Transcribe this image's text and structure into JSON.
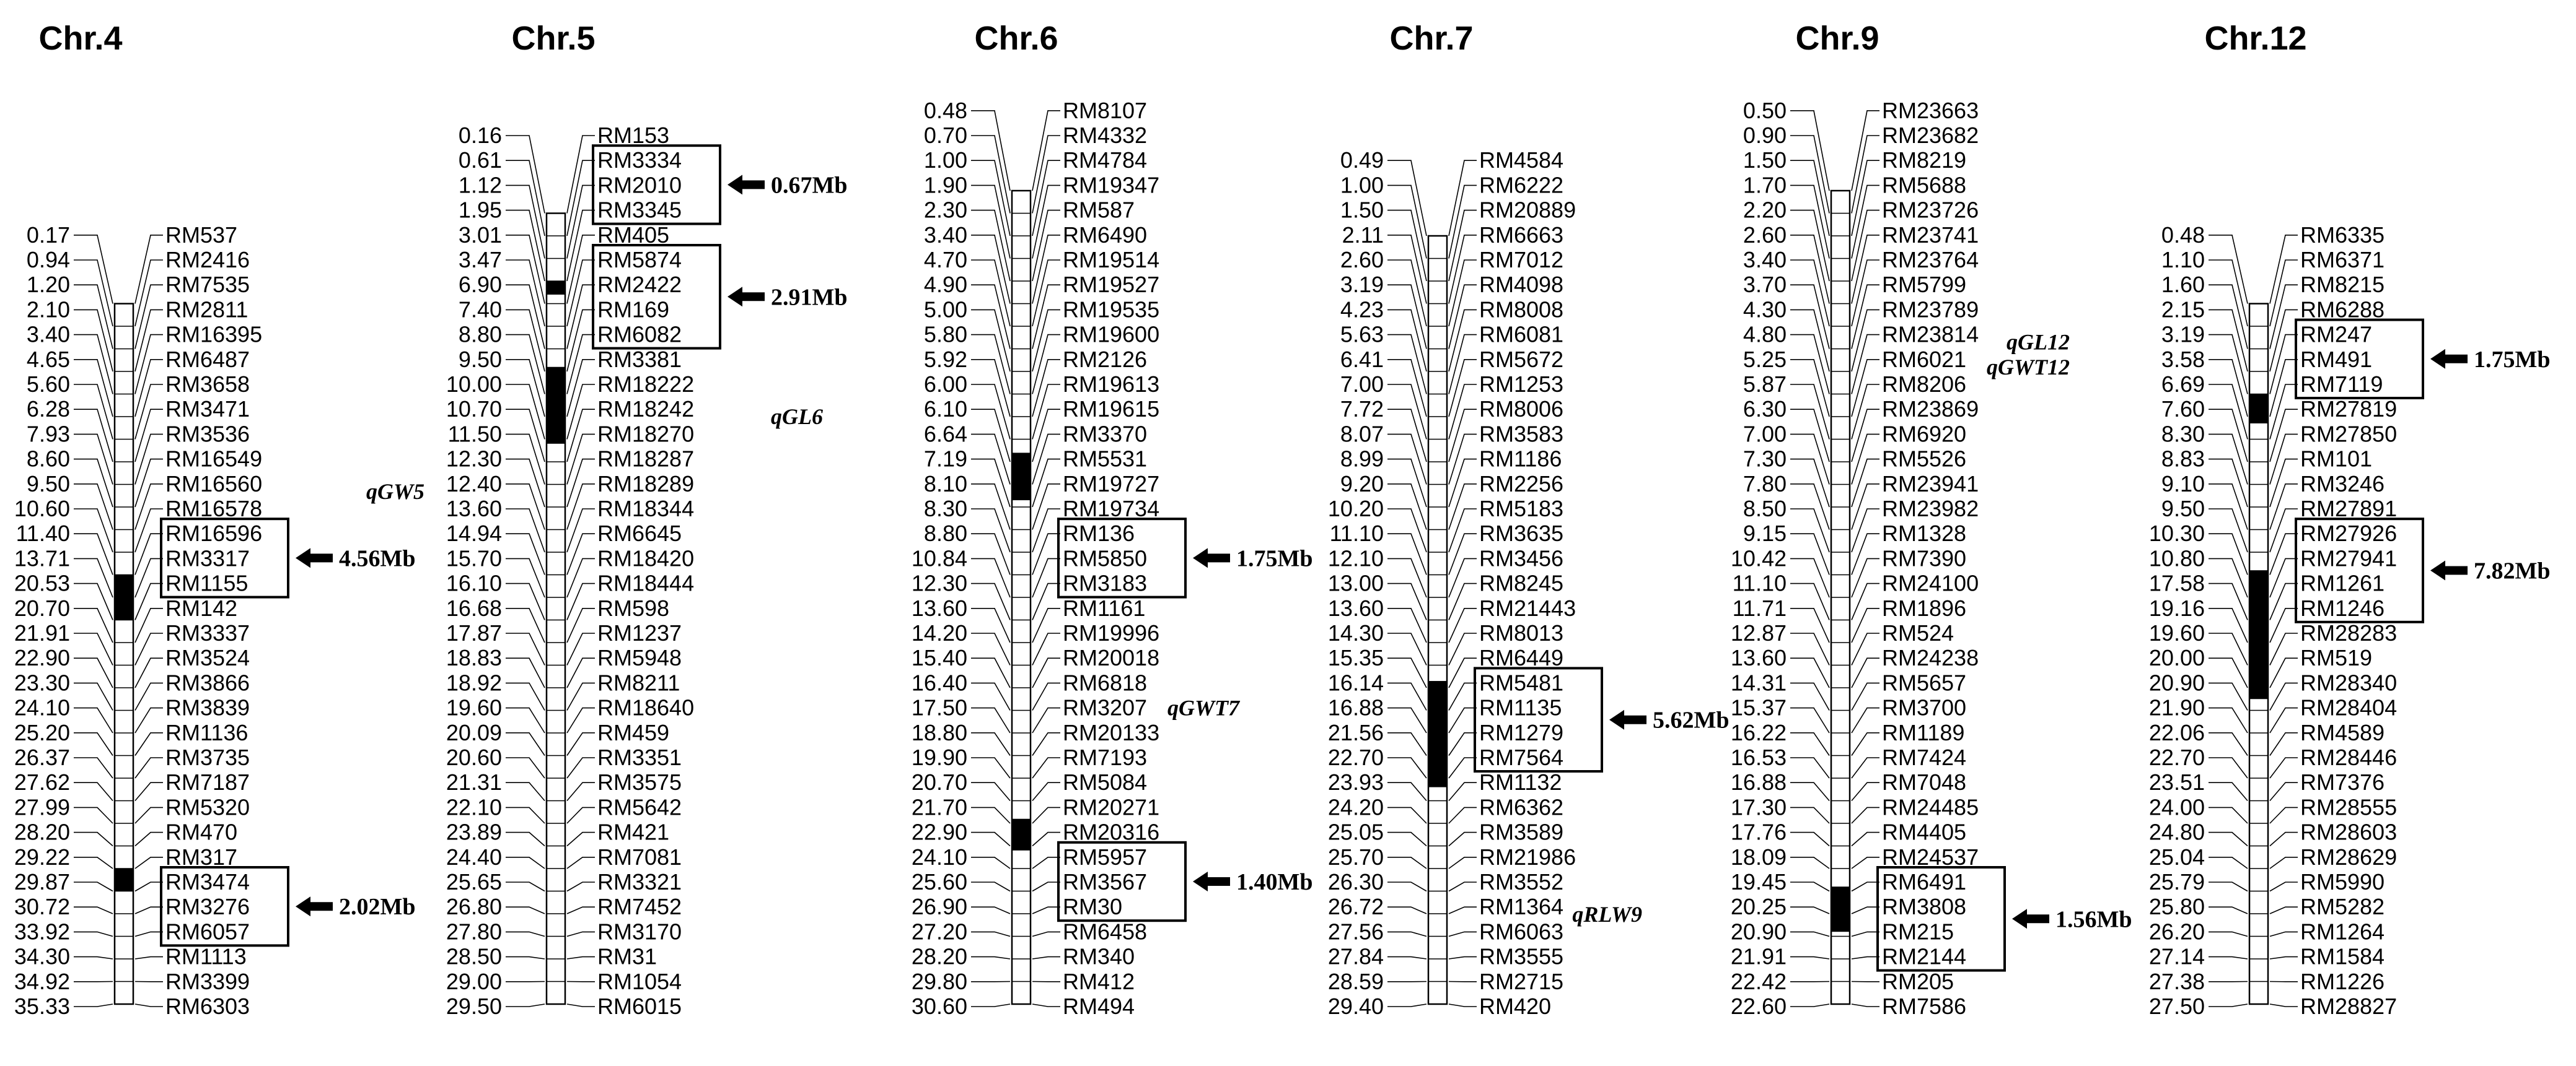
{
  "chromosomes": [
    {
      "title": "Chr.4",
      "loci": [
        {
          "pos": "0.17",
          "marker": "RM537"
        },
        {
          "pos": "0.94",
          "marker": "RM2416"
        },
        {
          "pos": "1.20",
          "marker": "RM7535"
        },
        {
          "pos": "2.10",
          "marker": "RM2811"
        },
        {
          "pos": "3.40",
          "marker": "RM16395"
        },
        {
          "pos": "4.65",
          "marker": "RM6487"
        },
        {
          "pos": "5.60",
          "marker": "RM3658"
        },
        {
          "pos": "6.28",
          "marker": "RM3471"
        },
        {
          "pos": "7.93",
          "marker": "RM3536"
        },
        {
          "pos": "8.60",
          "marker": "RM16549"
        },
        {
          "pos": "9.50",
          "marker": "RM16560"
        },
        {
          "pos": "10.60",
          "marker": "RM16578"
        },
        {
          "pos": "11.40",
          "marker": "RM16596"
        },
        {
          "pos": "13.71",
          "marker": "RM3317"
        },
        {
          "pos": "20.53",
          "marker": "RM1155"
        },
        {
          "pos": "20.70",
          "marker": "RM142"
        },
        {
          "pos": "21.91",
          "marker": "RM3337"
        },
        {
          "pos": "22.90",
          "marker": "RM3524"
        },
        {
          "pos": "23.30",
          "marker": "RM3866"
        },
        {
          "pos": "24.10",
          "marker": "RM3839"
        },
        {
          "pos": "25.20",
          "marker": "RM1136"
        },
        {
          "pos": "26.37",
          "marker": "RM3735"
        },
        {
          "pos": "27.62",
          "marker": "RM7187"
        },
        {
          "pos": "27.99",
          "marker": "RM5320"
        },
        {
          "pos": "28.20",
          "marker": "RM470"
        },
        {
          "pos": "29.22",
          "marker": "RM317"
        },
        {
          "pos": "29.87",
          "marker": "RM3474"
        },
        {
          "pos": "30.72",
          "marker": "RM3276"
        },
        {
          "pos": "33.92",
          "marker": "RM6057"
        },
        {
          "pos": "34.30",
          "marker": "RM1113"
        },
        {
          "pos": "34.92",
          "marker": "RM3399"
        },
        {
          "pos": "35.33",
          "marker": "RM6303"
        }
      ],
      "blocks": [
        {
          "from": 12,
          "to": 14
        },
        {
          "from": 25,
          "to": 26
        }
      ],
      "boxes": [
        {
          "from": 12,
          "to": 14,
          "size": "4.56Mb"
        },
        {
          "from": 26,
          "to": 28,
          "size": "2.02Mb"
        }
      ],
      "qtls": [
        {
          "label": "qGW5",
          "row": 10
        }
      ]
    },
    {
      "title": "Chr.5",
      "loci": [
        {
          "pos": "0.16",
          "marker": "RM153"
        },
        {
          "pos": "0.61",
          "marker": "RM3334"
        },
        {
          "pos": "1.12",
          "marker": "RM2010"
        },
        {
          "pos": "1.95",
          "marker": "RM3345"
        },
        {
          "pos": "3.01",
          "marker": "RM405"
        },
        {
          "pos": "3.47",
          "marker": "RM5874"
        },
        {
          "pos": "6.90",
          "marker": "RM2422"
        },
        {
          "pos": "7.40",
          "marker": "RM169"
        },
        {
          "pos": "8.80",
          "marker": "RM6082"
        },
        {
          "pos": "9.50",
          "marker": "RM3381"
        },
        {
          "pos": "10.00",
          "marker": "RM18222"
        },
        {
          "pos": "10.70",
          "marker": "RM18242"
        },
        {
          "pos": "11.50",
          "marker": "RM18270"
        },
        {
          "pos": "12.30",
          "marker": "RM18287"
        },
        {
          "pos": "12.40",
          "marker": "RM18289"
        },
        {
          "pos": "13.60",
          "marker": "RM18344"
        },
        {
          "pos": "14.94",
          "marker": "RM6645"
        },
        {
          "pos": "15.70",
          "marker": "RM18420"
        },
        {
          "pos": "16.10",
          "marker": "RM18444"
        },
        {
          "pos": "16.68",
          "marker": "RM598"
        },
        {
          "pos": "17.87",
          "marker": "RM1237"
        },
        {
          "pos": "18.83",
          "marker": "RM5948"
        },
        {
          "pos": "18.92",
          "marker": "RM8211"
        },
        {
          "pos": "19.60",
          "marker": "RM18640"
        },
        {
          "pos": "20.09",
          "marker": "RM459"
        },
        {
          "pos": "20.60",
          "marker": "RM3351"
        },
        {
          "pos": "21.31",
          "marker": "RM3575"
        },
        {
          "pos": "22.10",
          "marker": "RM5642"
        },
        {
          "pos": "23.89",
          "marker": "RM421"
        },
        {
          "pos": "24.40",
          "marker": "RM7081"
        },
        {
          "pos": "25.65",
          "marker": "RM3321"
        },
        {
          "pos": "26.80",
          "marker": "RM7452"
        },
        {
          "pos": "27.80",
          "marker": "RM3170"
        },
        {
          "pos": "28.50",
          "marker": "RM31"
        },
        {
          "pos": "29.00",
          "marker": "RM1054"
        },
        {
          "pos": "29.50",
          "marker": "RM6015"
        }
      ],
      "blocks": [
        {
          "from": 3,
          "to": 3.6
        },
        {
          "from": 6.8,
          "to": 10.2
        }
      ],
      "boxes": [
        {
          "from": 1,
          "to": 3,
          "size": "0.67Mb"
        },
        {
          "from": 5,
          "to": 8,
          "size": "2.91Mb"
        }
      ],
      "qtls": []
    },
    {
      "title": "Chr.6",
      "loci": [
        {
          "pos": "0.48",
          "marker": "RM8107"
        },
        {
          "pos": "0.70",
          "marker": "RM4332"
        },
        {
          "pos": "1.00",
          "marker": "RM4784"
        },
        {
          "pos": "1.90",
          "marker": "RM19347"
        },
        {
          "pos": "2.30",
          "marker": "RM587"
        },
        {
          "pos": "3.40",
          "marker": "RM6490"
        },
        {
          "pos": "4.70",
          "marker": "RM19514"
        },
        {
          "pos": "4.90",
          "marker": "RM19527"
        },
        {
          "pos": "5.00",
          "marker": "RM19535"
        },
        {
          "pos": "5.80",
          "marker": "RM19600"
        },
        {
          "pos": "5.92",
          "marker": "RM2126"
        },
        {
          "pos": "6.00",
          "marker": "RM19613"
        },
        {
          "pos": "6.10",
          "marker": "RM19615"
        },
        {
          "pos": "6.64",
          "marker": "RM3370"
        },
        {
          "pos": "7.19",
          "marker": "RM5531"
        },
        {
          "pos": "8.10",
          "marker": "RM19727"
        },
        {
          "pos": "8.30",
          "marker": "RM19734"
        },
        {
          "pos": "8.80",
          "marker": "RM136"
        },
        {
          "pos": "10.84",
          "marker": "RM5850"
        },
        {
          "pos": "12.30",
          "marker": "RM3183"
        },
        {
          "pos": "13.60",
          "marker": "RM1161"
        },
        {
          "pos": "14.20",
          "marker": "RM19996"
        },
        {
          "pos": "15.40",
          "marker": "RM20018"
        },
        {
          "pos": "16.40",
          "marker": "RM6818"
        },
        {
          "pos": "17.50",
          "marker": "RM3207"
        },
        {
          "pos": "18.80",
          "marker": "RM20133"
        },
        {
          "pos": "19.90",
          "marker": "RM7193"
        },
        {
          "pos": "20.70",
          "marker": "RM5084"
        },
        {
          "pos": "21.70",
          "marker": "RM20271"
        },
        {
          "pos": "22.90",
          "marker": "RM20316"
        },
        {
          "pos": "24.10",
          "marker": "RM5957"
        },
        {
          "pos": "25.60",
          "marker": "RM3567"
        },
        {
          "pos": "26.90",
          "marker": "RM30"
        },
        {
          "pos": "27.20",
          "marker": "RM6458"
        },
        {
          "pos": "28.20",
          "marker": "RM340"
        },
        {
          "pos": "29.80",
          "marker": "RM412"
        },
        {
          "pos": "30.60",
          "marker": "RM494"
        }
      ],
      "blocks": [
        {
          "from": 11.6,
          "to": 13.7
        },
        {
          "from": 27.8,
          "to": 29.2
        }
      ],
      "boxes": [
        {
          "from": 17,
          "to": 19,
          "size": "1.75Mb"
        },
        {
          "from": 30,
          "to": 32,
          "size": "1.40Mb"
        }
      ],
      "qtls": [
        {
          "label": "qGL6",
          "row": 12
        }
      ]
    },
    {
      "title": "Chr.7",
      "loci": [
        {
          "pos": "0.49",
          "marker": "RM4584"
        },
        {
          "pos": "1.00",
          "marker": "RM6222"
        },
        {
          "pos": "1.50",
          "marker": "RM20889"
        },
        {
          "pos": "2.11",
          "marker": "RM6663"
        },
        {
          "pos": "2.60",
          "marker": "RM7012"
        },
        {
          "pos": "3.19",
          "marker": "RM4098"
        },
        {
          "pos": "4.23",
          "marker": "RM8008"
        },
        {
          "pos": "5.63",
          "marker": "RM6081"
        },
        {
          "pos": "6.41",
          "marker": "RM5672"
        },
        {
          "pos": "7.00",
          "marker": "RM1253"
        },
        {
          "pos": "7.72",
          "marker": "RM8006"
        },
        {
          "pos": "8.07",
          "marker": "RM3583"
        },
        {
          "pos": "8.99",
          "marker": "RM1186"
        },
        {
          "pos": "9.20",
          "marker": "RM2256"
        },
        {
          "pos": "10.20",
          "marker": "RM5183"
        },
        {
          "pos": "11.10",
          "marker": "RM3635"
        },
        {
          "pos": "12.10",
          "marker": "RM3456"
        },
        {
          "pos": "13.00",
          "marker": "RM8245"
        },
        {
          "pos": "13.60",
          "marker": "RM21443"
        },
        {
          "pos": "14.30",
          "marker": "RM8013"
        },
        {
          "pos": "15.35",
          "marker": "RM6449"
        },
        {
          "pos": "16.14",
          "marker": "RM5481"
        },
        {
          "pos": "16.88",
          "marker": "RM1135"
        },
        {
          "pos": "21.56",
          "marker": "RM1279"
        },
        {
          "pos": "22.70",
          "marker": "RM7564"
        },
        {
          "pos": "23.93",
          "marker": "RM1132"
        },
        {
          "pos": "24.20",
          "marker": "RM6362"
        },
        {
          "pos": "25.05",
          "marker": "RM3589"
        },
        {
          "pos": "25.70",
          "marker": "RM21986"
        },
        {
          "pos": "26.30",
          "marker": "RM3552"
        },
        {
          "pos": "26.72",
          "marker": "RM1364"
        },
        {
          "pos": "27.56",
          "marker": "RM6063"
        },
        {
          "pos": "27.84",
          "marker": "RM3555"
        },
        {
          "pos": "28.59",
          "marker": "RM2715"
        },
        {
          "pos": "29.40",
          "marker": "RM420"
        }
      ],
      "blocks": [
        {
          "from": 19.7,
          "to": 24.4
        }
      ],
      "boxes": [
        {
          "from": 21,
          "to": 24,
          "size": "5.62Mb"
        }
      ],
      "qtls": [
        {
          "label": "qGWT7",
          "row": 21.7
        }
      ]
    },
    {
      "title": "Chr.9",
      "loci": [
        {
          "pos": "0.50",
          "marker": "RM23663"
        },
        {
          "pos": "0.90",
          "marker": "RM23682"
        },
        {
          "pos": "1.50",
          "marker": "RM8219"
        },
        {
          "pos": "1.70",
          "marker": "RM5688"
        },
        {
          "pos": "2.20",
          "marker": "RM23726"
        },
        {
          "pos": "2.60",
          "marker": "RM23741"
        },
        {
          "pos": "3.40",
          "marker": "RM23764"
        },
        {
          "pos": "3.70",
          "marker": "RM5799"
        },
        {
          "pos": "4.30",
          "marker": "RM23789"
        },
        {
          "pos": "4.80",
          "marker": "RM23814"
        },
        {
          "pos": "5.25",
          "marker": "RM6021"
        },
        {
          "pos": "5.87",
          "marker": "RM8206"
        },
        {
          "pos": "6.30",
          "marker": "RM23869"
        },
        {
          "pos": "7.00",
          "marker": "RM6920"
        },
        {
          "pos": "7.30",
          "marker": "RM5526"
        },
        {
          "pos": "7.80",
          "marker": "RM23941"
        },
        {
          "pos": "8.50",
          "marker": "RM23982"
        },
        {
          "pos": "9.15",
          "marker": "RM1328"
        },
        {
          "pos": "10.42",
          "marker": "RM7390"
        },
        {
          "pos": "11.10",
          "marker": "RM24100"
        },
        {
          "pos": "11.71",
          "marker": "RM1896"
        },
        {
          "pos": "12.87",
          "marker": "RM524"
        },
        {
          "pos": "13.60",
          "marker": "RM24238"
        },
        {
          "pos": "14.31",
          "marker": "RM5657"
        },
        {
          "pos": "15.37",
          "marker": "RM3700"
        },
        {
          "pos": "16.22",
          "marker": "RM1189"
        },
        {
          "pos": "16.53",
          "marker": "RM7424"
        },
        {
          "pos": "16.88",
          "marker": "RM7048"
        },
        {
          "pos": "17.30",
          "marker": "RM24485"
        },
        {
          "pos": "17.76",
          "marker": "RM4405"
        },
        {
          "pos": "18.09",
          "marker": "RM24537"
        },
        {
          "pos": "19.45",
          "marker": "RM6491"
        },
        {
          "pos": "20.25",
          "marker": "RM3808"
        },
        {
          "pos": "20.90",
          "marker": "RM215"
        },
        {
          "pos": "21.91",
          "marker": "RM2144"
        },
        {
          "pos": "22.42",
          "marker": "RM205"
        },
        {
          "pos": "22.60",
          "marker": "RM7586"
        }
      ],
      "blocks": [
        {
          "from": 30.8,
          "to": 32.8
        }
      ],
      "boxes": [
        {
          "from": 31,
          "to": 34,
          "size": "1.56Mb"
        }
      ],
      "qtls": [
        {
          "label": "qRLW9",
          "row": 32
        }
      ]
    },
    {
      "title": "Chr.12",
      "loci": [
        {
          "pos": "0.48",
          "marker": "RM6335"
        },
        {
          "pos": "1.10",
          "marker": "RM6371"
        },
        {
          "pos": "1.60",
          "marker": "RM8215"
        },
        {
          "pos": "2.15",
          "marker": "RM6288"
        },
        {
          "pos": "3.19",
          "marker": "RM247"
        },
        {
          "pos": "3.58",
          "marker": "RM491"
        },
        {
          "pos": "6.69",
          "marker": "RM7119"
        },
        {
          "pos": "7.60",
          "marker": "RM27819"
        },
        {
          "pos": "8.30",
          "marker": "RM27850"
        },
        {
          "pos": "8.83",
          "marker": "RM101"
        },
        {
          "pos": "9.10",
          "marker": "RM3246"
        },
        {
          "pos": "9.50",
          "marker": "RM27891"
        },
        {
          "pos": "10.30",
          "marker": "RM27926"
        },
        {
          "pos": "10.80",
          "marker": "RM27941"
        },
        {
          "pos": "17.58",
          "marker": "RM1261"
        },
        {
          "pos": "19.16",
          "marker": "RM1246"
        },
        {
          "pos": "19.60",
          "marker": "RM28283"
        },
        {
          "pos": "20.00",
          "marker": "RM519"
        },
        {
          "pos": "20.90",
          "marker": "RM28340"
        },
        {
          "pos": "21.90",
          "marker": "RM28404"
        },
        {
          "pos": "22.06",
          "marker": "RM4589"
        },
        {
          "pos": "22.70",
          "marker": "RM28446"
        },
        {
          "pos": "23.51",
          "marker": "RM7376"
        },
        {
          "pos": "24.00",
          "marker": "RM28555"
        },
        {
          "pos": "24.80",
          "marker": "RM28603"
        },
        {
          "pos": "25.04",
          "marker": "RM28629"
        },
        {
          "pos": "25.79",
          "marker": "RM5990"
        },
        {
          "pos": "25.80",
          "marker": "RM5282"
        },
        {
          "pos": "26.20",
          "marker": "RM1264"
        },
        {
          "pos": "27.14",
          "marker": "RM1584"
        },
        {
          "pos": "27.38",
          "marker": "RM1226"
        },
        {
          "pos": "27.50",
          "marker": "RM28827"
        }
      ],
      "blocks": [
        {
          "from": 4,
          "to": 5.3
        },
        {
          "from": 11.8,
          "to": 17.5
        }
      ],
      "boxes": [
        {
          "from": 4,
          "to": 6,
          "size": "1.75Mb"
        },
        {
          "from": 12,
          "to": 15,
          "size": "7.82Mb"
        }
      ],
      "qtls": [
        {
          "label": "qGL12",
          "row": 4
        },
        {
          "label": "qGWT12",
          "row": 5
        }
      ]
    }
  ]
}
